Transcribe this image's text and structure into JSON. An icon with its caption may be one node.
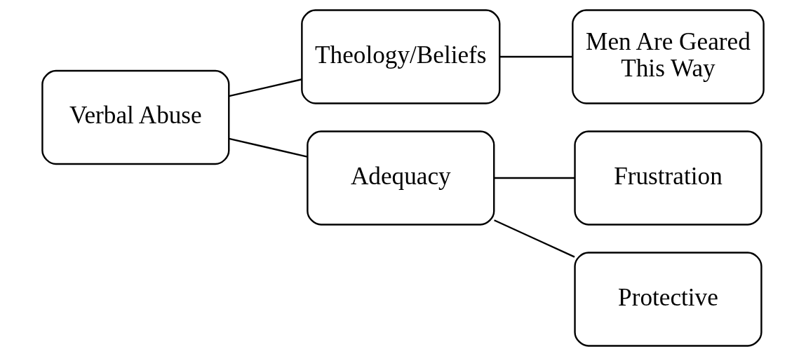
{
  "diagram": {
    "nodes": [
      {
        "text": [
          "Verbal Abuse"
        ]
      },
      {
        "text": [
          "Theology/Beliefs"
        ]
      },
      {
        "text": [
          "Adequacy"
        ]
      },
      {
        "text": [
          "Men Are Geared This Way"
        ]
      },
      {
        "text": [
          "Frustration"
        ]
      },
      {
        "text": [
          "Protective"
        ]
      }
    ],
    "edges": [
      {
        "from": 0,
        "to": 1,
        "arrow": "none"
      },
      {
        "from": 0,
        "to": 2,
        "arrow": "none"
      },
      {
        "from": 1,
        "to": 3,
        "arrow": "none"
      },
      {
        "from": 2,
        "to": 4,
        "arrow": "none"
      },
      {
        "from": 2,
        "to": 5,
        "arrow": "none"
      }
    ]
  }
}
